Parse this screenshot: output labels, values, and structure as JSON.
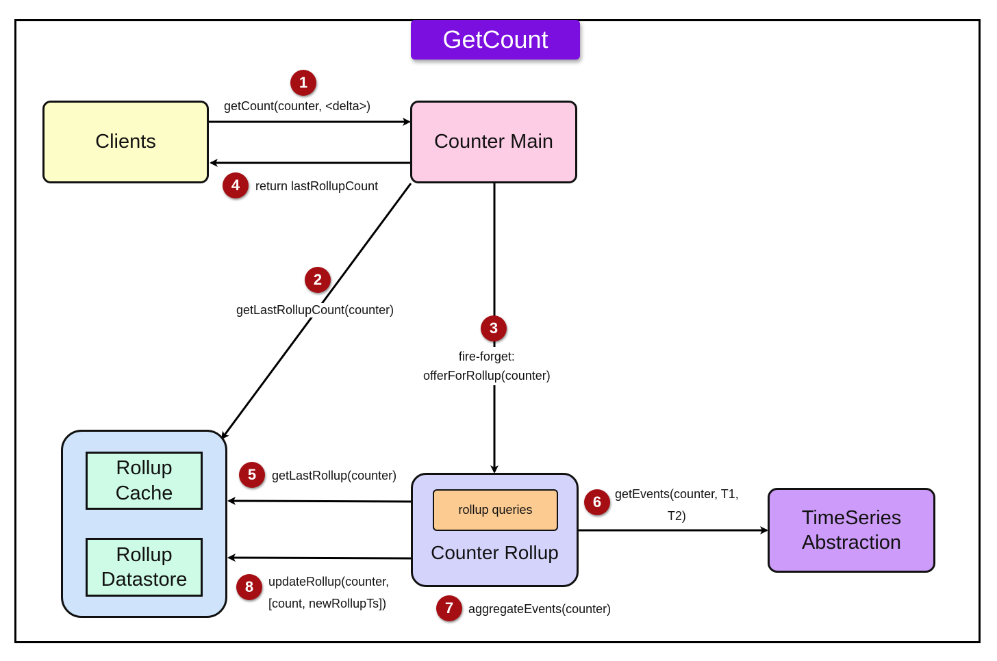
{
  "title": "GetCount",
  "nodes": {
    "clients": "Clients",
    "counter_main": "Counter Main",
    "rollup_cache": "Rollup Cache",
    "rollup_datastore": "Rollup Datastore",
    "counter_rollup": "Counter Rollup",
    "rollup_queries": "rollup queries",
    "timeseries": "TimeSeries Abstraction"
  },
  "steps": [
    {
      "num": "1",
      "label": "getCount(counter, <delta>)"
    },
    {
      "num": "2",
      "label": "getLastRollupCount(counter)"
    },
    {
      "num": "3",
      "label_line1": "fire-forget:",
      "label_line2": "offerForRollup(counter)"
    },
    {
      "num": "4",
      "label": "return lastRollupCount"
    },
    {
      "num": "5",
      "label": "getLastRollup(counter)"
    },
    {
      "num": "6",
      "label_line1": "getEvents(counter, T1,",
      "label_line2": "T2)"
    },
    {
      "num": "7",
      "label": "aggregateEvents(counter)"
    },
    {
      "num": "8",
      "label_line1": "updateRollup(counter,",
      "label_line2": "[count, newRollupTs])"
    }
  ],
  "colors": {
    "title_bg": "#7a0fe0",
    "clients": "#fdfdc8",
    "counter_main": "#fdcde6",
    "rollup_group": "#cfe4fb",
    "rollup_inner": "#cdfbe6",
    "counter_rollup": "#d3d3fb",
    "rollup_queries": "#fccb92",
    "timeseries": "#cd9bf9",
    "badge": "#a50e12"
  }
}
